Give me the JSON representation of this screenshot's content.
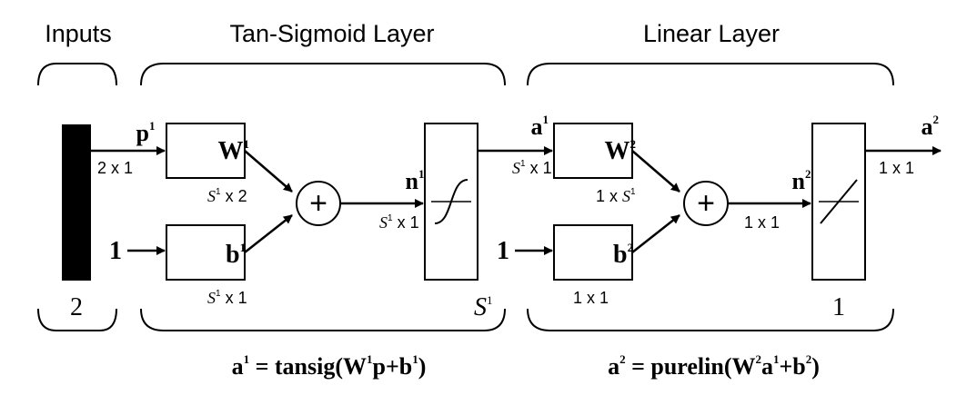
{
  "headers": {
    "inputs": "Inputs",
    "tansig_layer": "Tan-Sigmoid Layer",
    "linear_layer": "Linear Layer"
  },
  "input": {
    "size": "2",
    "signal": "p",
    "signal_sup": "1",
    "signal_dim": "2 x 1"
  },
  "layer1": {
    "bias_input": "1",
    "weight": "W",
    "weight_sup": "1",
    "weight_dim_s": "S",
    "weight_dim_sup": "1",
    "weight_dim_rest": " x 2",
    "bias": "b",
    "bias_sup": "1",
    "bias_dim_s": "S",
    "bias_dim_sup": "1",
    "bias_dim_rest": " x 1",
    "sum_symbol": "+",
    "net": "n",
    "net_sup": "1",
    "net_dim_s": "S",
    "net_dim_sup": "1",
    "net_dim_rest": " x 1",
    "transfer_count": "S",
    "transfer_count_sup": "1",
    "output": "a",
    "output_sup": "1",
    "output_dim_s": "S",
    "output_dim_sup": "1",
    "output_dim_rest": " x 1",
    "equation": {
      "lhs": "a",
      "lhs_sup": "1",
      "mid": " = tansig(W",
      "w_sup": "1",
      "mid2": "p+b",
      "b_sup": "1",
      "end": ")"
    }
  },
  "layer2": {
    "bias_input": "1",
    "weight": "W",
    "weight_sup": "2",
    "weight_dim_pre": "1 x ",
    "weight_dim_s": "S",
    "weight_dim_sup": "1",
    "bias": "b",
    "bias_sup": "2",
    "bias_dim": "1 x 1",
    "sum_symbol": "+",
    "net": "n",
    "net_sup": "2",
    "net_dim": "1 x 1",
    "transfer_count": "1",
    "output": "a",
    "output_sup": "2",
    "output_dim": "1 x 1",
    "equation": {
      "lhs": "a",
      "lhs_sup": "2",
      "mid": " = purelin(W",
      "w_sup": "2",
      "mid2": "a",
      "a_sup": "1",
      "mid3": "+b",
      "b_sup": "2",
      "end": ")"
    }
  },
  "colors": {
    "ink": "#000000",
    "background": "#ffffff"
  }
}
